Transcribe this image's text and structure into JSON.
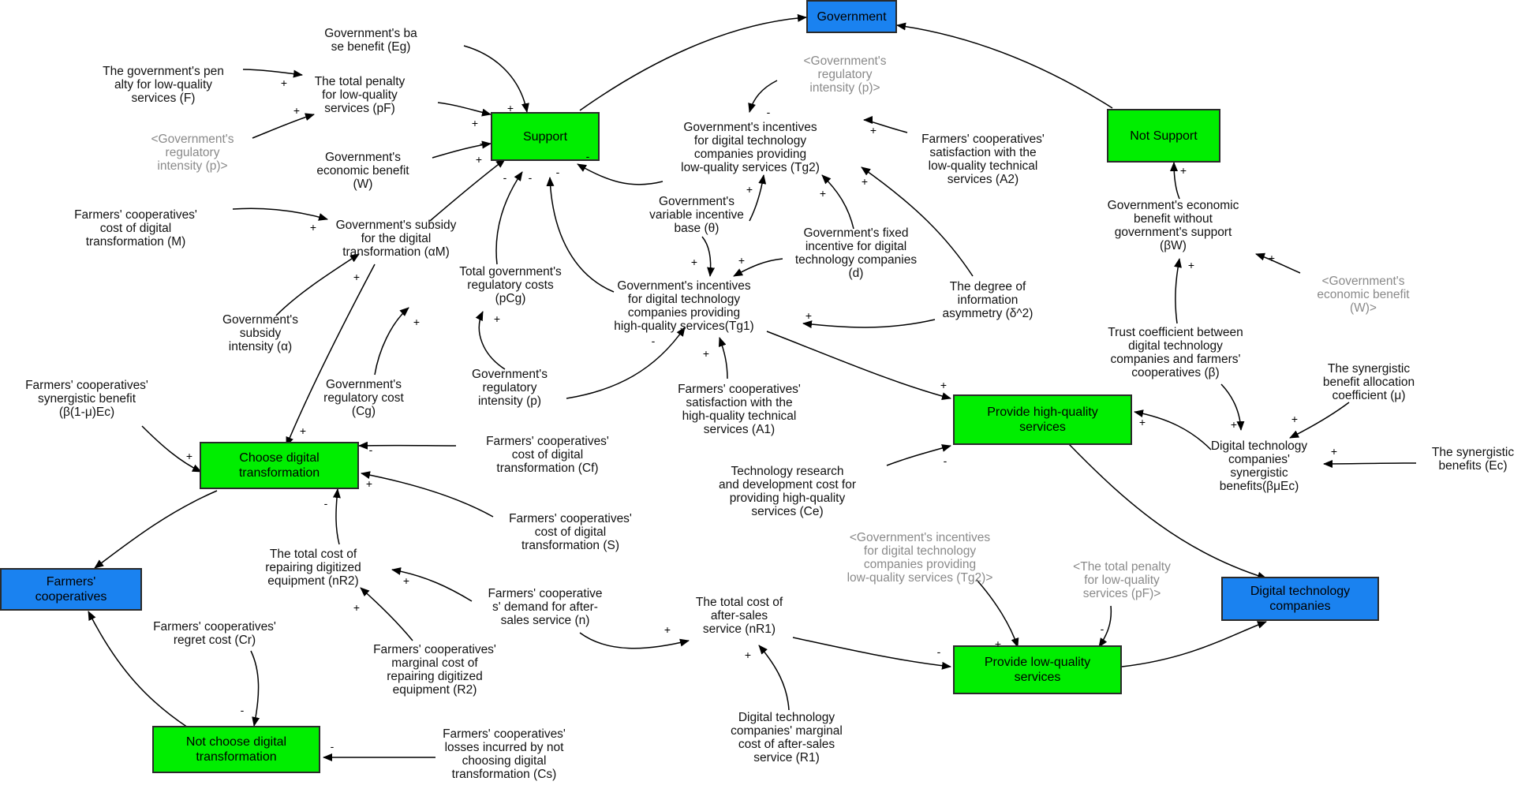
{
  "nodes": {
    "government": "Government",
    "support": "Support",
    "not_support": "Not Support",
    "choose_digital": "Choose digital\ntransformation",
    "not_choose_digital": "Not choose digital\ntransformation",
    "farmers_coops": "Farmers'\ncooperatives",
    "provide_high": "Provide high-quality\nservices",
    "provide_low": "Provide low-quality\nservices",
    "digital_companies": "Digital technology\ncompanies"
  },
  "variables": {
    "gov_base_benefit": "Government's ba\nse benefit (Eg)",
    "gov_penalty": "The government's pen\nalty for low-quality\nservices (F)",
    "total_penalty": "The total penalty\nfor low-quality\nservices (pF)",
    "reg_intensity_shadow_1": "<Government's\nregulatory\nintensity (p)>",
    "gov_econ_benefit": "Government's\neconomic benefit\n(W)",
    "coop_cost_M": "Farmers' cooperatives'\ncost of digital\ntransformation (M)",
    "gov_subsidy": "Government's subsidy\nfor the digital\ntransformation (αM)",
    "subsidy_intensity": "Government's\nsubsidy\nintensity (α)",
    "total_reg_costs": "Total government's\nregulatory costs\n(pCg)",
    "gov_reg_cost": "Government's\nregulatory cost\n(Cg)",
    "reg_intensity": "Government's\nregulatory\nintensity (p)",
    "reg_intensity_shadow_2": "<Government's\nregulatory\nintensity (p)>",
    "incentive_low": "Government's incentives\nfor digital technology\ncompanies providing\nlow-quality services (Tg2)",
    "satisfaction_low": "Farmers' cooperatives'\nsatisfaction with the\nlow-quality technical\nservices (A2)",
    "variable_base": "Government's\nvariable incentive\nbase (θ)",
    "fixed_incentive": "Government's fixed\nincentive for digital\ntechnology companies\n(d)",
    "incentive_high": "Government's incentives\nfor digital technology\ncompanies providing\nhigh-quality services(Tg1)",
    "info_asymmetry": "The degree of\ninformation\nasymmetry (δ^2)",
    "satisfaction_high": "Farmers' cooperatives'\nsatisfaction with the\nhigh-quality technical\nservices (A1)",
    "gov_benefit_no_support": "Government's economic\nbenefit without\ngovernment's support\n(βW)",
    "econ_benefit_shadow": "<Government's\neconomic benefit\n(W)>",
    "trust_coef": "Trust coefficient between\ndigital technology\ncompanies and farmers'\ncooperatives (β)",
    "alloc_coef": "The synergistic\nbenefit allocation\ncoefficient (μ)",
    "synergistic_benefits": "The synergistic\nbenefits (Ec)",
    "company_synergistic": "Digital technology\ncompanies'\nsynergistic\nbenefits(βμEc)",
    "coop_synergistic": "Farmers' cooperatives'\nsynergistic benefit\n(β(1-μ)Ec)",
    "coop_cost_Cf": "Farmers' cooperatives'\ncost of digital\ntransformation (Cf)",
    "coop_cost_S": "Farmers' cooperatives'\ncost of digital\ntransformation (S)",
    "rd_cost": "Technology research\nand development cost for\nproviding high-quality\nservices (Ce)",
    "repair_total": "The total cost of\nrepairing digitized\nequipment (nR2)",
    "demand_after_sales": "Farmers' cooperative\ns' demand for after-\nsales service (n)",
    "repair_marginal": "Farmers' cooperatives'\nmarginal cost of\nrepairing digitized\nequipment (R2)",
    "after_sales_total": "The total cost of\nafter-sales\nservice (nR1)",
    "after_sales_marginal": "Digital technology\ncompanies' marginal\ncost of after-sales\nservice (R1)",
    "incentive_low_shadow": "<Government's incentives\nfor digital technology\ncompanies providing\nlow-quality services (Tg2)>",
    "penalty_shadow": "<The total penalty\nfor low-quality\nservices (pF)>",
    "regret_cost": "Farmers' cooperatives'\nregret cost (Cr)",
    "losses_not_choosing": "Farmers' cooperatives'\nlosses incurred by not\nchoosing digital\ntransformation (Cs)"
  },
  "polarity": {
    "plus": "+",
    "minus": "-"
  },
  "colors": {
    "blue_node": "#1a82f0",
    "green_node": "#00ee00",
    "shadow_text": "#8a8a8a"
  }
}
